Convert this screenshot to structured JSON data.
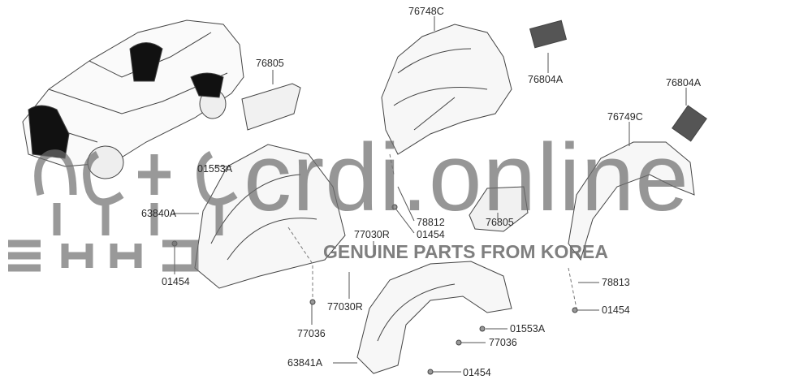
{
  "diagram": {
    "labels": {
      "l76748C": "76748C",
      "l76805a": "76805",
      "l76804Aa": "76804A",
      "l76804Ab": "76804A",
      "l76749C": "76749C",
      "l01553Aa": "01553A",
      "l78812": "78812",
      "l76805b": "76805",
      "l01454a": "01454",
      "l77030Ra": "77030R",
      "l63840A": "63840A",
      "l01454b": "01454",
      "l77030Rb": "77030R",
      "l77036a": "77036",
      "l78813": "78813",
      "l01454c": "01454",
      "l01553Ab": "01553A",
      "l77036b": "77036",
      "l63841A": "63841A",
      "l01454d": "01454"
    }
  },
  "watermark": {
    "site": "crdi.online",
    "tagline": "GENUINE PARTS FROM KOREA"
  }
}
